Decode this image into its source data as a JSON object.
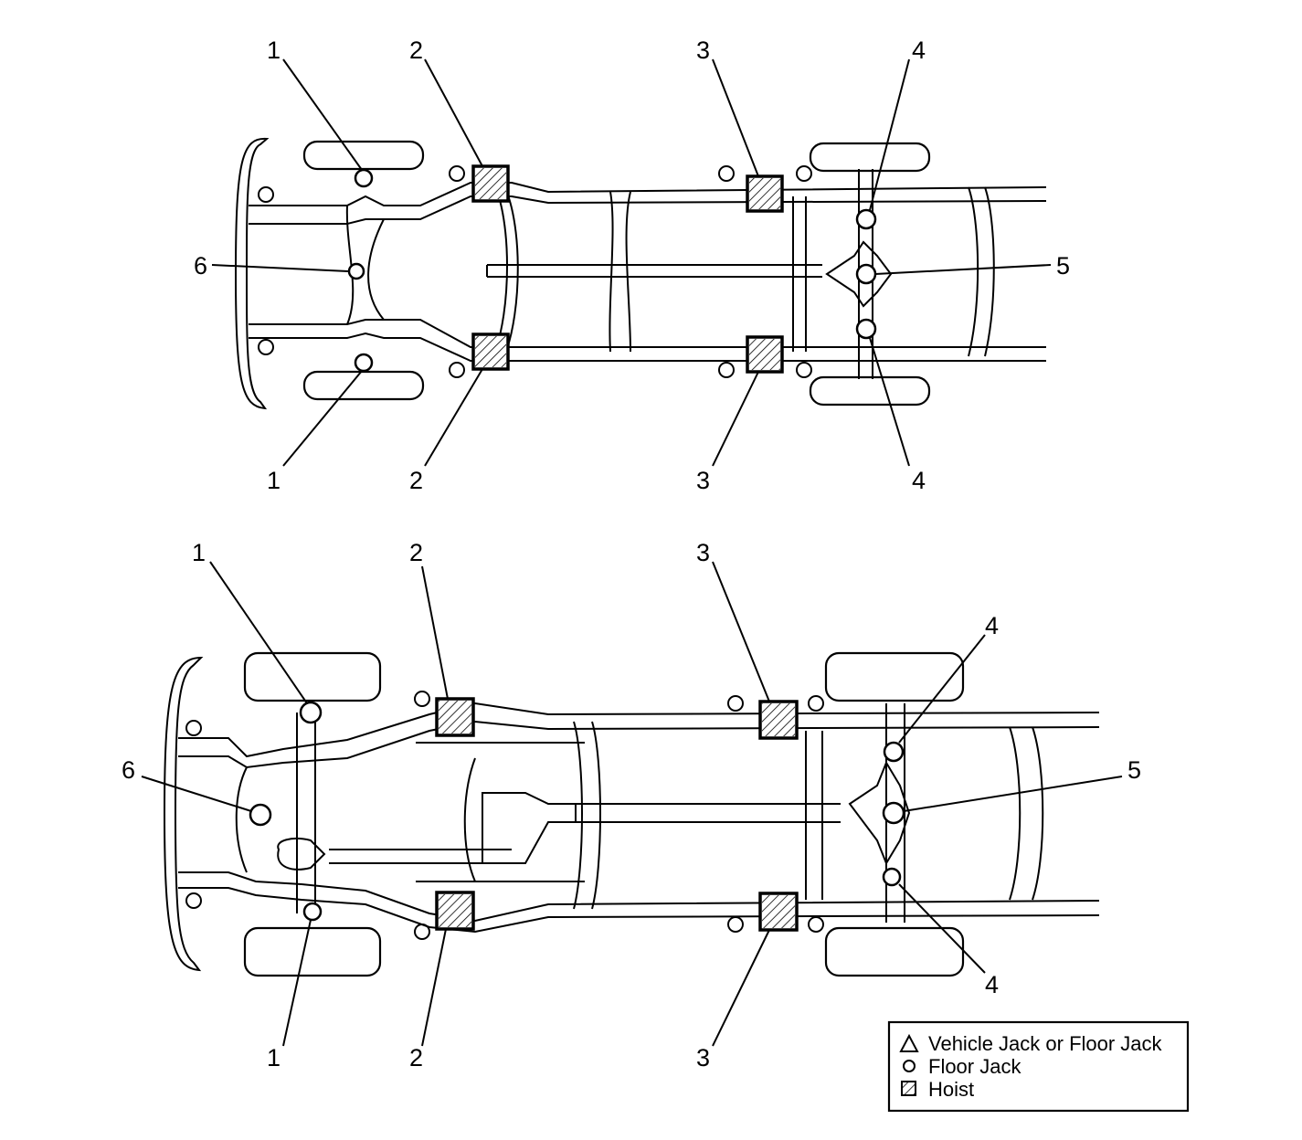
{
  "diagrams": [
    {
      "callouts": {
        "c1_top": "1",
        "c1_bottom": "1",
        "c2_top": "2",
        "c2_bottom": "2",
        "c3_top": "3",
        "c3_bottom": "3",
        "c4_top": "4",
        "c4_bottom": "4",
        "c5": "5",
        "c6": "6"
      }
    },
    {
      "callouts": {
        "c1_top": "1",
        "c1_bottom": "1",
        "c2_top": "2",
        "c2_bottom": "2",
        "c3_top": "3",
        "c3_bottom": "3",
        "c4_top": "4",
        "c4_bottom": "4",
        "c5": "5",
        "c6": "6"
      }
    }
  ],
  "legend": {
    "items": [
      {
        "symbol": "triangle",
        "label": "Vehicle Jack or Floor Jack"
      },
      {
        "symbol": "circle",
        "label": "Floor Jack"
      },
      {
        "symbol": "hatched-square",
        "label": "Hoist"
      }
    ]
  }
}
